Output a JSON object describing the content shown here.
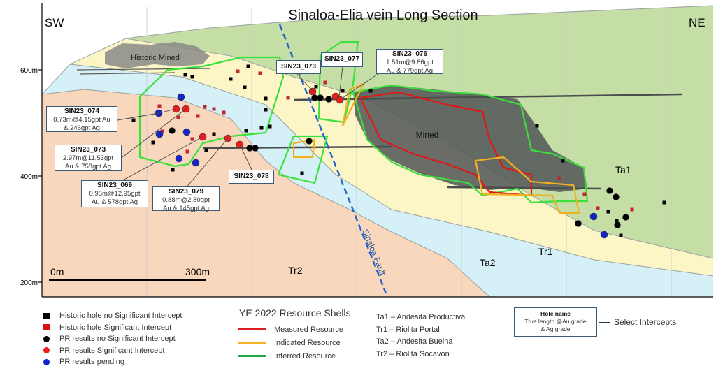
{
  "title": "Sinaloa-Elia vein Long Section",
  "orientation": {
    "left": "SW",
    "right": "NE"
  },
  "elevation_labels": [
    "600m",
    "400m",
    "200m"
  ],
  "scale_bar": {
    "start": "0m",
    "end": "300m"
  },
  "area_labels": {
    "historic_mined": "Historic Mined",
    "mined": "Mined",
    "fault": "Sinaloa Fault"
  },
  "formation_labels": {
    "ta1": "Ta1",
    "tr1": "Tr1",
    "ta2": "Ta2",
    "tr2": "Tr2"
  },
  "callouts": [
    {
      "name": "SIN23_074",
      "line1": "0.73m@4.15gpt Au",
      "line2": "& 246gpt Ag"
    },
    {
      "name": "SIN23_073",
      "line1": "2.97m@11.53gpt",
      "line2": "Au & 758gpt Ag"
    },
    {
      "name": "SIN23_069",
      "line1": "0.95m@12.95gpt",
      "line2": "Au & 578gpt Ag"
    },
    {
      "name": "SIN23_079",
      "line1": "0.88m@2.80gpt",
      "line2": "Au & 145gpt Ag"
    },
    {
      "name": "SIN23_078"
    },
    {
      "name": "SIN23_073"
    },
    {
      "name": "SIN23_077"
    },
    {
      "name": "SIN23_076",
      "line1": "1.51m@9.86gpt",
      "line2": "Au & 779gpt Ag"
    }
  ],
  "legend": {
    "holes": [
      {
        "label": "Historic hole no Significant Intercept",
        "color": "#000000",
        "shape": "square"
      },
      {
        "label": "Historic hole Significant Intercept",
        "color": "#e01010",
        "shape": "square"
      },
      {
        "label": "PR results no Significant Intercept",
        "color": "#000000",
        "shape": "circle"
      },
      {
        "label": "PR results Significant Intercept",
        "color": "#ee1c1c",
        "shape": "circle"
      },
      {
        "label": "PR results pending",
        "color": "#1524c8",
        "shape": "circle"
      }
    ],
    "shells_title": "YE 2022 Resource Shells",
    "shells": [
      {
        "label": "Measured Resource",
        "color": "#d81e1e"
      },
      {
        "label": "Indicated Resource",
        "color": "#f2b523"
      },
      {
        "label": "Inferred Resource",
        "color": "#22a84a"
      }
    ],
    "formations": [
      "Ta1 – Andesita Productiva",
      "Tr1 – Riolita Portal",
      "Ta2 – Andesita Buelna",
      "Tr2 – Riolita Socavon"
    ],
    "key_box": {
      "title": "Hole name",
      "line1": "True length @Au grade",
      "line2": "& Ag grade",
      "label": "Select Intercepts"
    }
  }
}
